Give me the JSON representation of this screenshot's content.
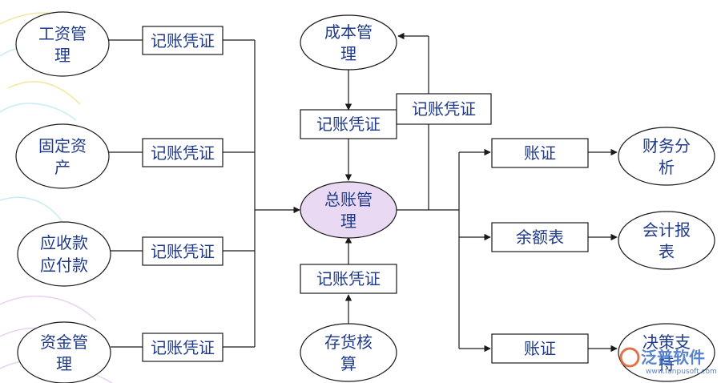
{
  "nodes": {
    "salary": [
      "工资管",
      "理"
    ],
    "fixed_assets": [
      "固定资",
      "产"
    ],
    "receivables": [
      "应收款",
      "应付款"
    ],
    "funds": [
      "资金管",
      "理"
    ],
    "cost": [
      "成本管",
      "理"
    ],
    "general_ledger": [
      "总账管",
      "理"
    ],
    "inventory": [
      "存货核",
      "算"
    ],
    "financial_analysis": [
      "财务分",
      "析"
    ],
    "accounting_reports": [
      "会计报",
      "表"
    ],
    "decision_support": [
      "决策支",
      "持"
    ]
  },
  "boxes": {
    "voucher_salary": "记账凭证",
    "voucher_fixed": "记账凭证",
    "voucher_receivables": "记账凭证",
    "voucher_funds": "记账凭证",
    "voucher_cost_in": "记账凭证",
    "voucher_cost_out": "记账凭证",
    "voucher_inventory": "记账凭证",
    "ledger_1": "账证",
    "balance_sheet": "余额表",
    "ledger_2": "账证"
  },
  "watermark": {
    "brand": "泛普软件",
    "url": "www.fanpusoft.com"
  },
  "colors": {
    "label": "#1f3a8a",
    "center_fill": "#ead9f3",
    "line": "#1a1a1a"
  }
}
